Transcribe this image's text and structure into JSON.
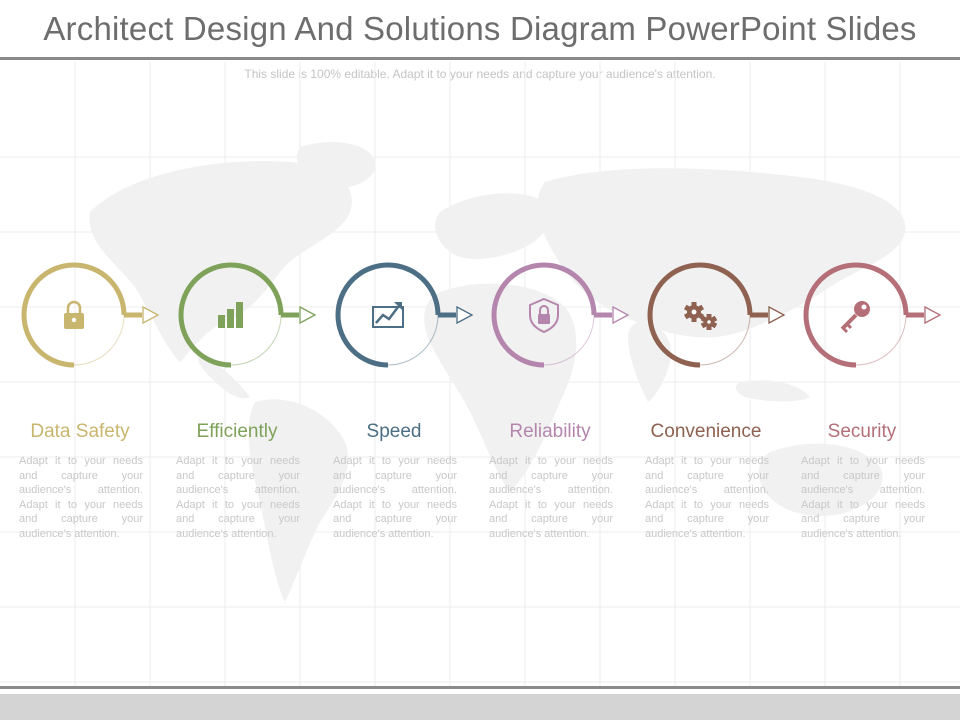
{
  "title": "Architect Design And  Solutions Diagram PowerPoint Slides",
  "subtitle": "This slide is 100% editable. Adapt it to your needs and capture your audience's attention.",
  "colors": {
    "title": "#6d6d6d",
    "rule": "#8a8a8a",
    "grid": "#ececec",
    "map": "#f1f1f1",
    "body_text": "#c8c8c8"
  },
  "steps": [
    {
      "label": "Data Safety",
      "color": "#c8b56e",
      "icon": "padlock-icon",
      "desc": "Adapt it to your needs and capture your audience's attention. Adapt it to your needs and capture your audience's attention."
    },
    {
      "label": "Efficiently",
      "color": "#7ea25a",
      "icon": "bar-chart-icon",
      "desc": "Adapt it to your needs and capture your audience's attention. Adapt it to your needs and capture your audience's attention."
    },
    {
      "label": "Speed",
      "color": "#4c6f85",
      "icon": "growth-chart-icon",
      "desc": "Adapt it to your needs and capture your audience's attention. Adapt it to your needs and capture your audience's attention."
    },
    {
      "label": "Reliability",
      "color": "#b586ad",
      "icon": "shield-lock-icon",
      "desc": "Adapt it to your needs and capture your audience's attention. Adapt it to your needs and capture your audience's attention."
    },
    {
      "label": "Convenience",
      "color": "#8e6150",
      "icon": "gears-icon",
      "desc": "Adapt it to your needs and capture your audience's attention. Adapt it to your needs and capture your audience's attention."
    },
    {
      "label": "Security",
      "color": "#b46f78",
      "icon": "key-icon",
      "desc": "Adapt it to your needs and capture your audience's attention. Adapt it to your needs and capture your audience's attention."
    }
  ]
}
